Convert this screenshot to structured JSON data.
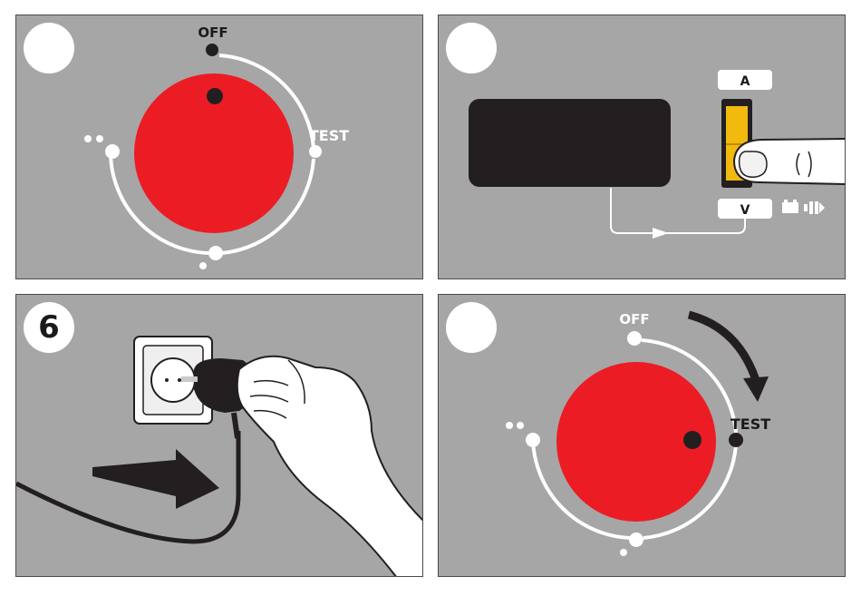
{
  "panels": [
    {
      "step": "",
      "dial": {
        "off_label": "OFF",
        "test_label": "TEST",
        "position": "OFF"
      }
    },
    {
      "step": "",
      "meter": {
        "current_label": "A",
        "voltage_label": "V"
      }
    },
    {
      "step": "6"
    },
    {
      "step": "",
      "dial": {
        "off_label": "OFF",
        "test_label": "TEST",
        "position": "TEST"
      }
    }
  ],
  "colors": {
    "panel_bg": "#a7a6a6",
    "knob_red": "#ec1c24",
    "switch_yellow": "#f2b90f",
    "display_dark": "#231f20"
  },
  "icons": [
    "hand-icon",
    "plug-icon",
    "wall-socket-icon",
    "arrow-icon",
    "battery-icon",
    "speaker-icon"
  ]
}
